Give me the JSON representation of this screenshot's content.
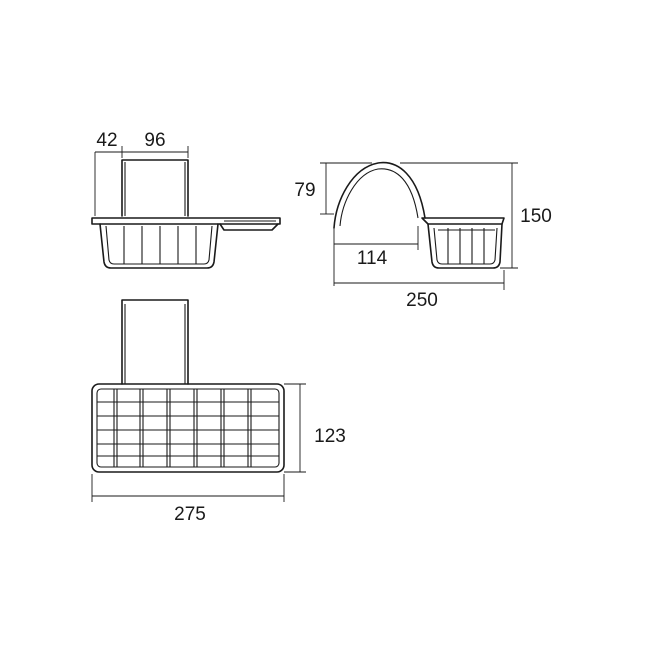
{
  "dimensions": {
    "top_left_width": "42",
    "top_mid_width": "96",
    "side_arch_height": "79",
    "side_total_height": "150",
    "side_arch_span": "114",
    "side_total_length": "250",
    "front_basket_height": "123",
    "front_total_length": "275"
  }
}
